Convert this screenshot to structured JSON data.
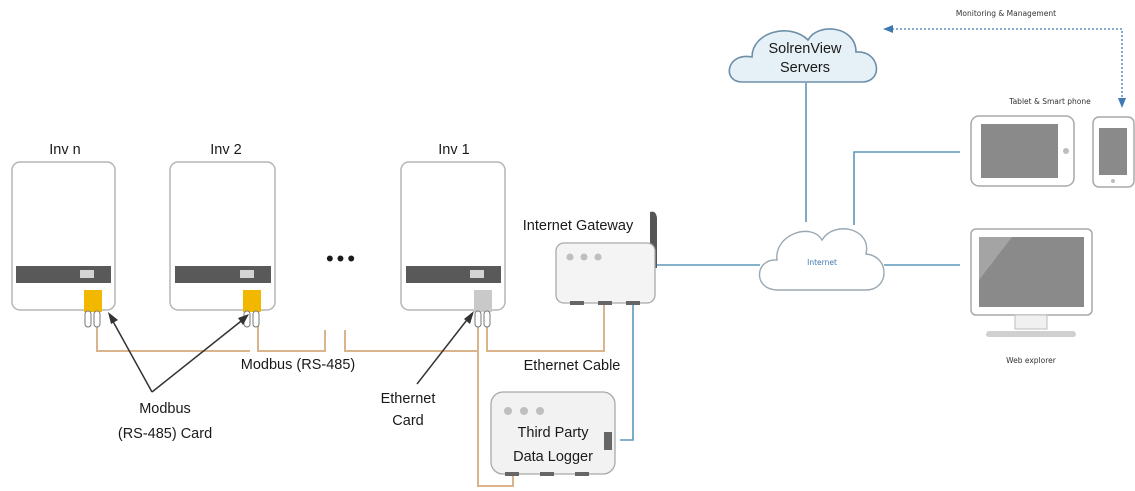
{
  "labels": {
    "inv_n": "Inv n",
    "inv_2": "Inv 2",
    "inv_1": "Inv 1",
    "ellipsis": "•••",
    "internet_gateway": "Internet Gateway",
    "modbus_rs485": "Modbus (RS-485)",
    "modbus_card_line1": "Modbus",
    "modbus_card_line2": "(RS-485) Card",
    "ethernet_card_line1": "Ethernet",
    "ethernet_card_line2": "Card",
    "ethernet_cable": "Ethernet Cable",
    "third_party_line1": "Third Party",
    "third_party_line2": "Data Logger",
    "servers_line1": "SolrenView",
    "servers_line2": "Servers",
    "internet": "Internet",
    "monitoring": "Monitoring & Management",
    "tablet_phone": "Tablet & Smart phone",
    "web_explorer": "Web explorer"
  },
  "colors": {
    "cable_modbus": "#d9b48c",
    "cable_network": "#5e97b8",
    "modbus_card": "#f2b800",
    "ethernet_card": "#c9c9c9",
    "cloud_stroke": "#6e8fa8",
    "servers_cloud_fill": "#e6f0f7",
    "device_gray": "#8a8a8a"
  }
}
